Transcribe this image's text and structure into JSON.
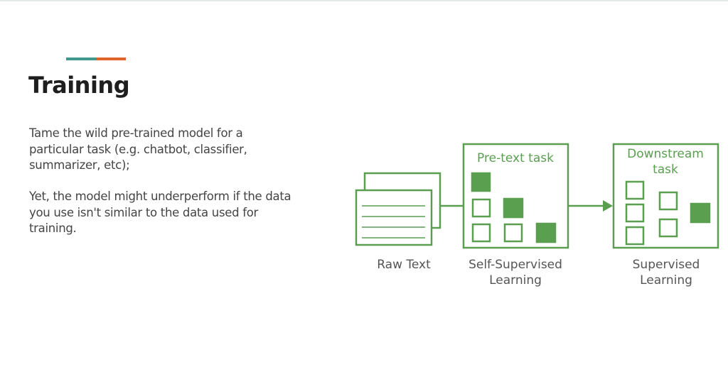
{
  "slide": {
    "title": "Training",
    "paragraphs": [
      {
        "lines": [
          "Tame the wild pre-trained model for a",
          "particular task (e.g. chatbot, classifier,",
          "summarizer, etc);"
        ]
      },
      {
        "lines": [
          "Yet, the model might underperform if the data",
          "you use isn't similar to the data used for",
          "training."
        ]
      }
    ],
    "accent_colors": {
      "teal": "#3f9a8c",
      "orange": "#e0652b"
    }
  },
  "diagram": {
    "colors": {
      "green": "#5a9e50",
      "label": "#555555"
    },
    "raw_text": {
      "label": "Raw Text"
    },
    "pretext": {
      "title": "Pre-text task",
      "label_line1": "Self-Supervised",
      "label_line2": "Learning"
    },
    "downstream": {
      "title_line1": "Downstream",
      "title_line2": "task",
      "label_line1": "Supervised",
      "label_line2": "Learning"
    }
  }
}
